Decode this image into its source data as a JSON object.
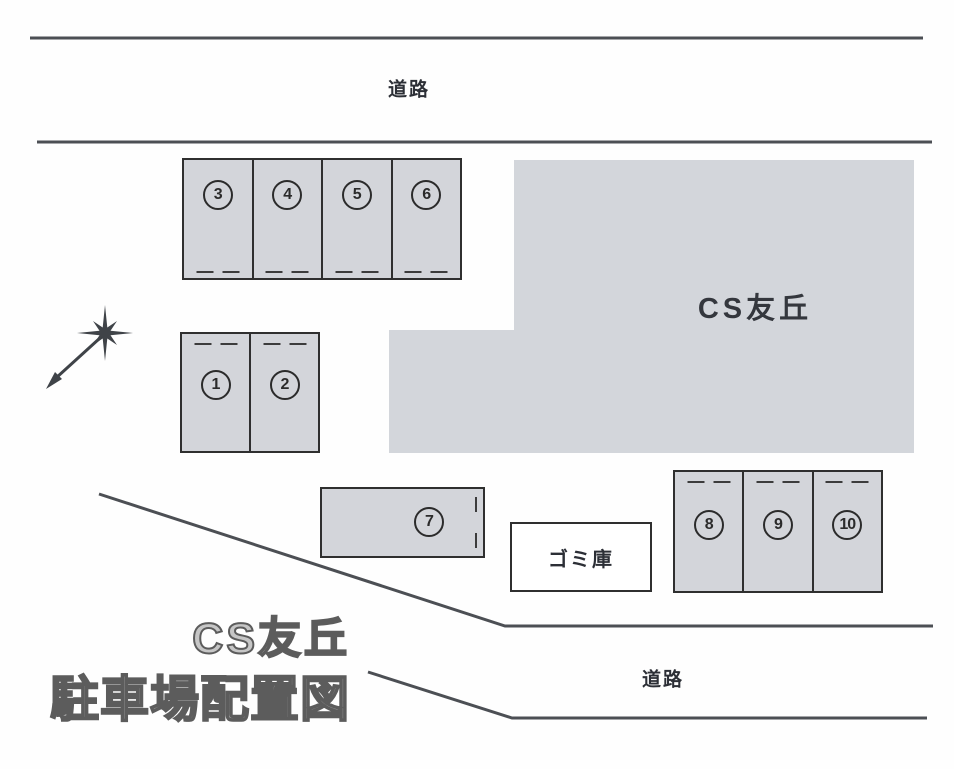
{
  "diagram": {
    "type": "parking-layout",
    "title_line1": "CS友丘",
    "title_line2": "駐車場配置図"
  },
  "roads": {
    "top_label": "道路",
    "bottom_label": "道路"
  },
  "building": {
    "label": "CS友丘"
  },
  "trash_shed": {
    "label": "ゴミ庫"
  },
  "spaces": {
    "top_row": [
      "3",
      "4",
      "5",
      "6"
    ],
    "left_pair": [
      "1",
      "2"
    ],
    "middle": "7",
    "bottom_row": [
      "8",
      "9",
      "10"
    ]
  },
  "compass": {
    "icon": "north-arrow-star"
  },
  "colors": {
    "space_fill": "#d3d5da",
    "space_border": "#2f2f2f",
    "building_fill": "#d3d6db",
    "road_line": "#4c4f54",
    "label_text": "#2c2f36",
    "title_fill": "#c6c6c6",
    "title_outline": "#5c5c5c"
  }
}
